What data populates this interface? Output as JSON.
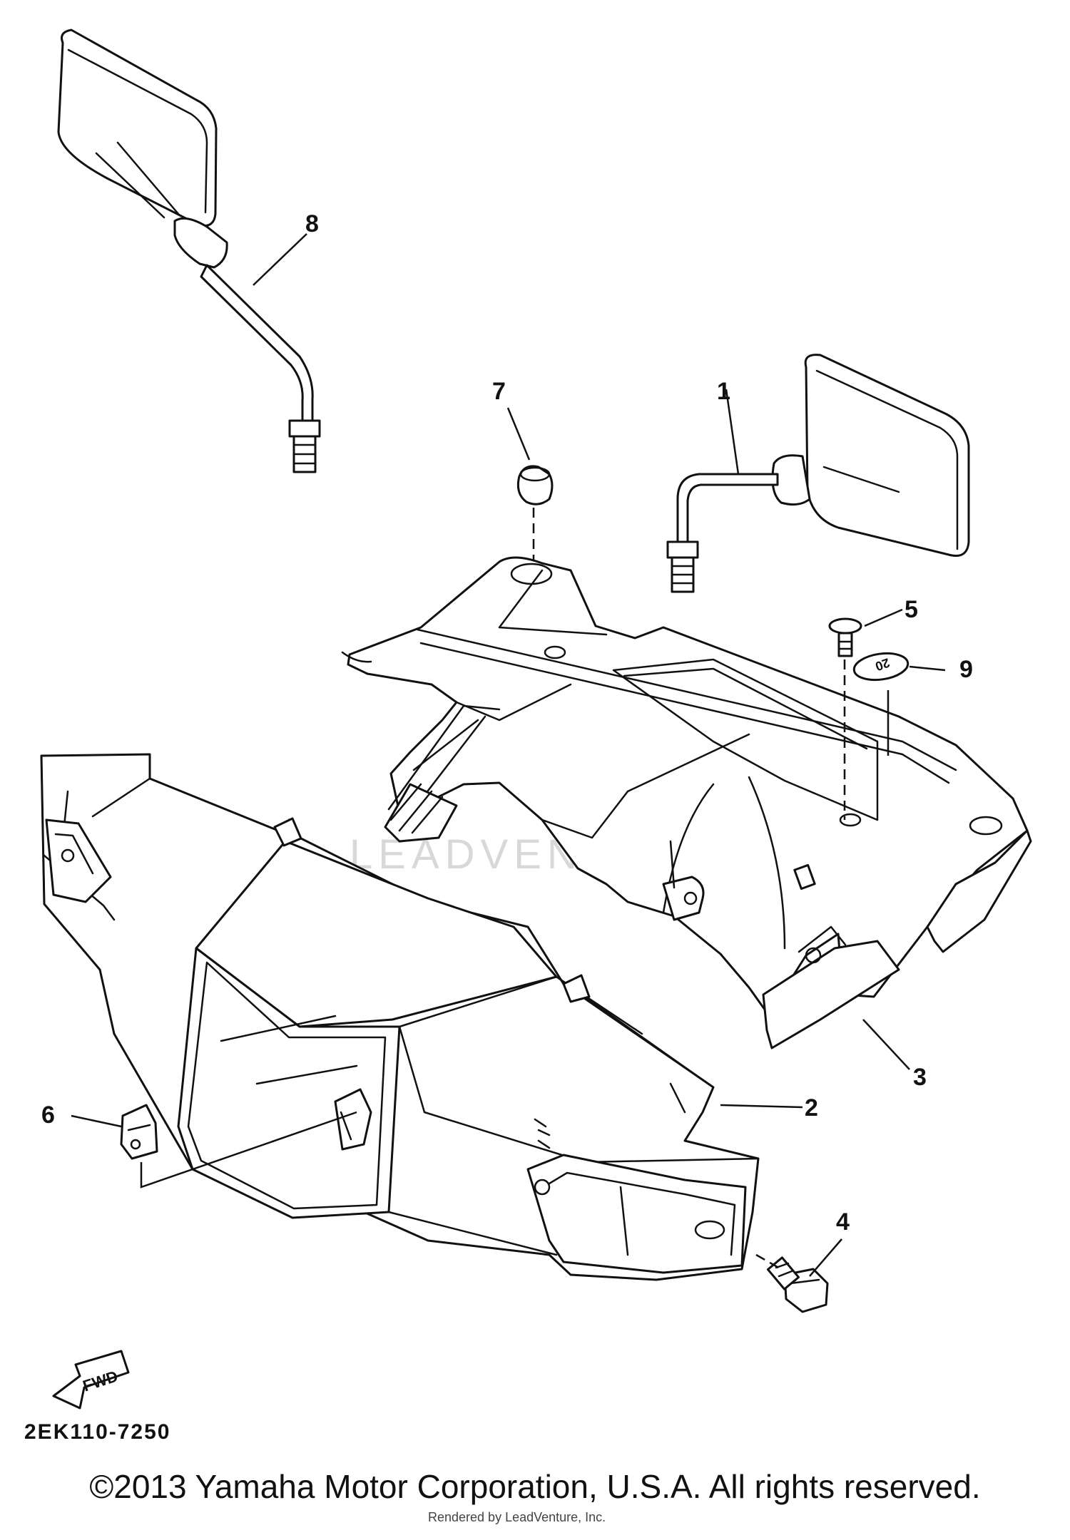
{
  "diagram": {
    "watermark": "LEADVENTURE",
    "drawing_code": "2EK110-7250",
    "forward_arrow_label": "FWD",
    "clip_label": "20",
    "callouts": [
      {
        "id": "1",
        "label": "1",
        "part": "rear-view-mirror-right"
      },
      {
        "id": "2",
        "label": "2",
        "part": "handlebar-upper-cover"
      },
      {
        "id": "3",
        "label": "3",
        "part": "handlebar-lower-cover"
      },
      {
        "id": "4",
        "label": "4",
        "part": "bolt"
      },
      {
        "id": "5",
        "label": "5",
        "part": "screw"
      },
      {
        "id": "6",
        "label": "6",
        "part": "nut-clip"
      },
      {
        "id": "7",
        "label": "7",
        "part": "grommet-cap"
      },
      {
        "id": "8",
        "label": "8",
        "part": "rear-view-mirror-left"
      },
      {
        "id": "9",
        "label": "9",
        "part": "washer-plate"
      }
    ]
  },
  "footer": {
    "copyright": "©2013 Yamaha Motor Corporation, U.S.A. All rights reserved.",
    "credit": "Rendered by LeadVenture, Inc."
  }
}
